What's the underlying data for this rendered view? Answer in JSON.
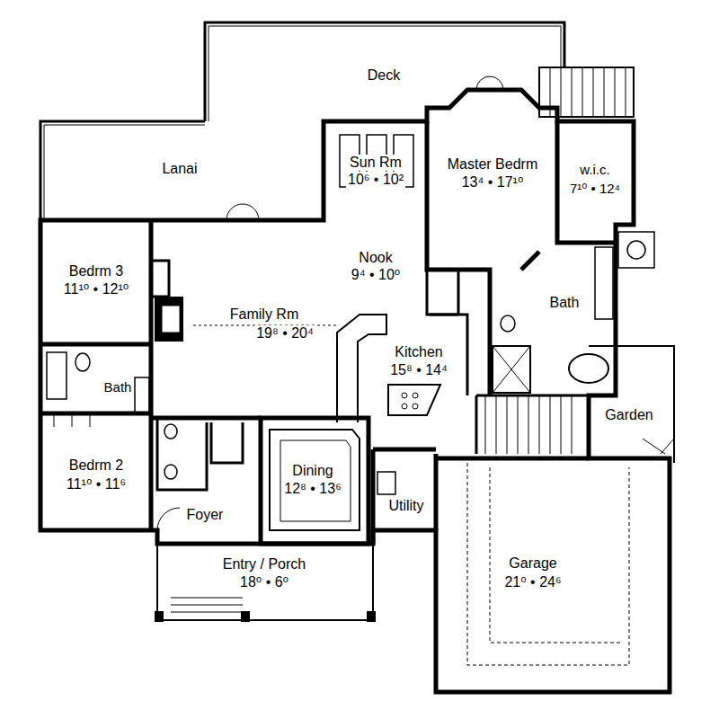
{
  "diagram": {
    "labels": [
      "Deck",
      "Lanai",
      "Sun Rm",
      "10⁶ • 10²",
      "Master Bedrm",
      "13⁴ • 17¹⁰",
      "w.i.c.",
      "7¹⁰ • 12⁴",
      "Nook",
      "9⁴ • 10⁰",
      "Bath",
      "Bedrm 3",
      "11¹⁰ • 12¹⁰",
      "Family Rm",
      "19⁸ • 20⁴",
      "Kitchen",
      "15⁸ • 14⁴",
      "Bath",
      "Garden",
      "Bedrm 2",
      "11¹⁰ • 11⁶",
      "Dining",
      "12⁸ • 13⁶",
      "Foyer",
      "Utility",
      "Entry / Porch",
      "18⁰ • 6⁰",
      "Garage",
      "21⁰ • 24⁶"
    ]
  }
}
